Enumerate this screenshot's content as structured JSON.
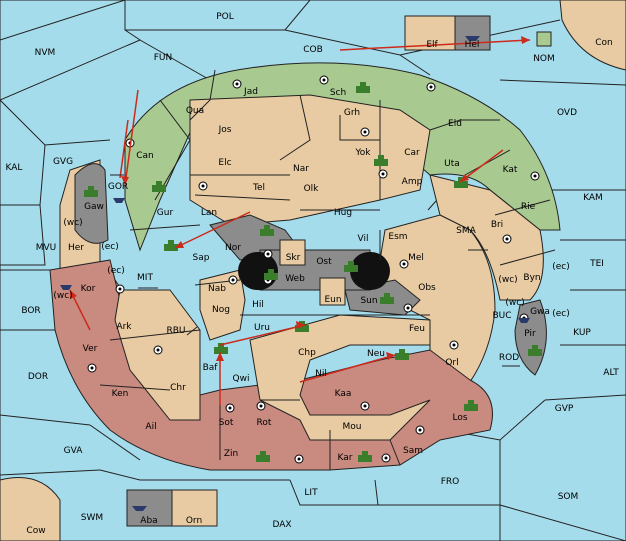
{
  "map": {
    "colors": {
      "sea": "#a5dcec",
      "tan": "#e8cba2",
      "green": "#a8c98f",
      "red": "#c98a80",
      "gray": "#8c8c8c",
      "arrow": "#cc2a1a"
    },
    "labels": {
      "POL": "POL",
      "NVM": "NVM",
      "FUN": "FUN",
      "COB": "COB",
      "NOM": "NOM",
      "Con": "Con",
      "OVD": "OVD",
      "Elf": "Elf",
      "Hel": "Hel",
      "KAL": "KAL",
      "GVG": "GVG",
      "Jad": "Jad",
      "Sch": "Sch",
      "Qua": "Qua",
      "Jos": "Jos",
      "Grh": "Grh",
      "Eld": "Eld",
      "Can": "Can",
      "Elc": "Elc",
      "Yok": "Yok",
      "Car": "Car",
      "Uta": "Uta",
      "Kat": "Kat",
      "KAM": "KAM",
      "Nar": "Nar",
      "Olk": "Olk",
      "Amp": "Amp",
      "GOR": "GOR",
      "Gaw": "Gaw",
      "Gur": "Gur",
      "Tel": "Tel",
      "Lan": "Lan",
      "Hug": "Hug",
      "Rie": "Rie",
      "Bri": "Bri",
      "SMA": "SMA",
      "MVU": "MVU",
      "Her": "Her",
      "ec1": "(ec)",
      "wc1": "(wc)",
      "Nor": "Nor",
      "Vil": "Vil",
      "Esm": "Esm",
      "TEI": "TEI",
      "Sap": "Sap",
      "Skr": "Skr",
      "Ost": "Ost",
      "Mel": "Mel",
      "Byn": "Byn",
      "wc2": "(wc)",
      "ec2": "(ec)",
      "Web": "Web",
      "MIT": "MIT",
      "Kor": "Kor",
      "wc3": "(wc)",
      "ec3": "(ec)",
      "Nab": "Nab",
      "Obs": "Obs",
      "Gwa": "Gwa",
      "ec4": "(ec)",
      "wc4": "(wc)",
      "BOR": "BOR",
      "Hil": "Hil",
      "Eun": "Eun",
      "Sun": "Sun",
      "BUC": "BUC",
      "KUP": "KUP",
      "Nog": "Nog",
      "RBU": "RBU",
      "Ark": "Ark",
      "Uru": "Uru",
      "Feu": "Feu",
      "Pir": "Pir",
      "Ver": "Ver",
      "Chp": "Chp",
      "Neu": "Neu",
      "Orl": "Orl",
      "ROD": "ROD",
      "Baf": "Baf",
      "Qwi": "Qwi",
      "Nil": "Nil",
      "DOR": "DOR",
      "ALT": "ALT",
      "Ken": "Ken",
      "Chr": "Chr",
      "Kaa": "Kaa",
      "Los": "Los",
      "GVP": "GVP",
      "Ail": "Ail",
      "Sot": "Sot",
      "Rot": "Rot",
      "Mou": "Mou",
      "GVA": "GVA",
      "Sam": "Sam",
      "Zin": "Zin",
      "Kar": "Kar",
      "FRO": "FRO",
      "LIT": "LIT",
      "SOM": "SOM",
      "SWM": "SWM",
      "Aba": "Aba",
      "Orn": "Orn",
      "DAX": "DAX",
      "Cow": "Cow"
    }
  }
}
